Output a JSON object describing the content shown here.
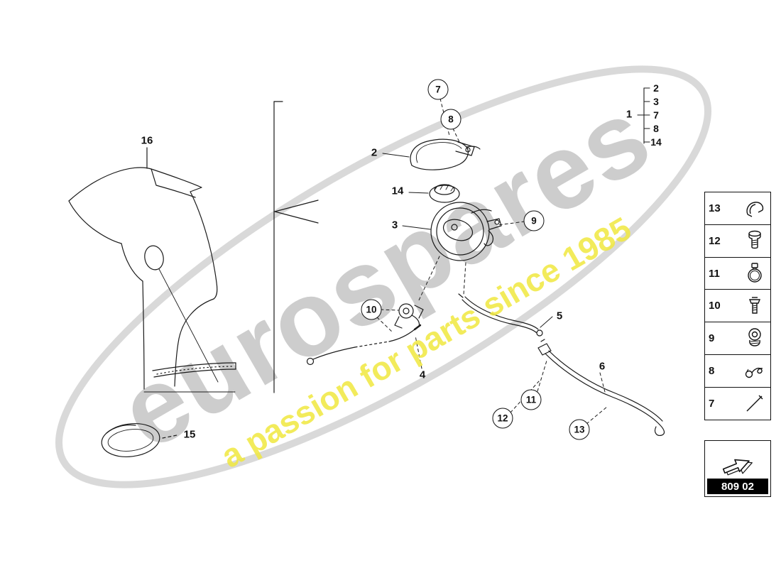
{
  "watermark": {
    "brand": "eurospares",
    "tagline": "a passion for parts since 1985"
  },
  "colors": {
    "line": "#1a1a1a",
    "watermark_gray": "#9b9b9b",
    "watermark_yellow": "#f0e83e"
  },
  "callouts": {
    "c1": "1",
    "c2": "2",
    "c3": "3",
    "c4": "4",
    "c5": "5",
    "c6": "6",
    "c7": "7",
    "c8": "8",
    "c9": "9",
    "c10": "10",
    "c11": "11",
    "c12": "12",
    "c13": "13",
    "c14": "14",
    "c15": "15",
    "c16": "16"
  },
  "assembly_group": {
    "label": "1",
    "items": [
      "2",
      "3",
      "7",
      "8",
      "14"
    ]
  },
  "sidebar": {
    "items": [
      {
        "number": "13",
        "icon": "retaining-clip"
      },
      {
        "number": "12",
        "icon": "bolt"
      },
      {
        "number": "11",
        "icon": "hose-clamp"
      },
      {
        "number": "10",
        "icon": "screw"
      },
      {
        "number": "9",
        "icon": "sealing-plug"
      },
      {
        "number": "8",
        "icon": "release-cable"
      },
      {
        "number": "7",
        "icon": "pin"
      }
    ]
  },
  "page_code": "809 02"
}
